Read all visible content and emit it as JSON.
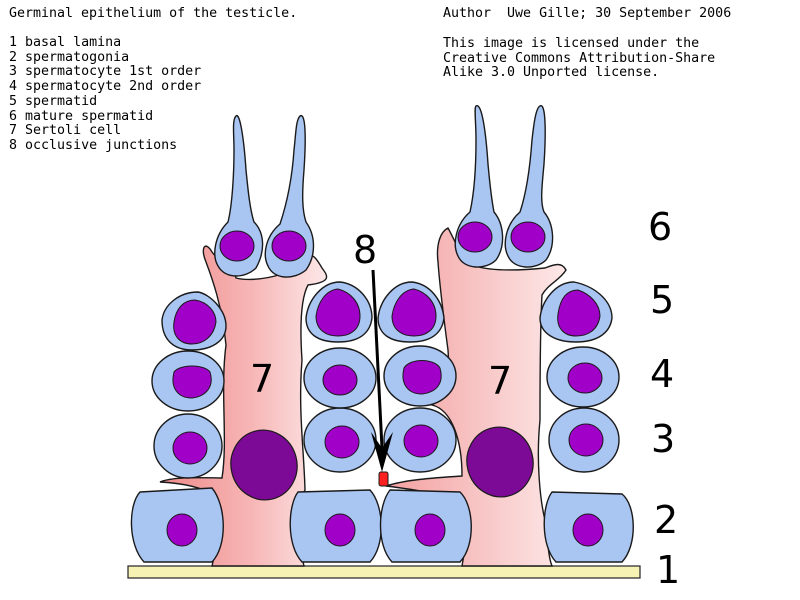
{
  "header": {
    "title": "Germinal epithelium of the testicle.",
    "author": "Author  Uwe Gille; 30 September 2006",
    "license_lines": [
      "This image is licensed under the",
      "Creative Commons Attribution-Share",
      "Alike 3.0 Unported license."
    ]
  },
  "legend": [
    {
      "number": "1",
      "name": "basal lamina"
    },
    {
      "number": "2",
      "name": "spermatogonia"
    },
    {
      "number": "3",
      "name": "spermatocyte 1st order"
    },
    {
      "number": "4",
      "name": "spermatocyte 2nd order"
    },
    {
      "number": "5",
      "name": "spermatid"
    },
    {
      "number": "6",
      "name": "mature spermatid"
    },
    {
      "number": "7",
      "name": "Sertoli cell"
    },
    {
      "number": "8",
      "name": "occlusive junctions"
    }
  ],
  "labels": {
    "layer_1": "1",
    "layer_2": "2",
    "layer_3": "3",
    "layer_4": "4",
    "layer_5": "5",
    "layer_6": "6",
    "sertoli_left": "7",
    "sertoli_right": "7",
    "junction": "8"
  },
  "colors": {
    "cell_fill": "#a9c5f2",
    "cell_stroke": "#1a1a1a",
    "nucleus": "#a100c9",
    "sertoli_edge": "#f08a8a",
    "sertoli_center": "#fde3e3",
    "sertoli_nucleus": "#7d0a96",
    "basal_lamina": "#f6f2b3",
    "junction": "#ff2020"
  }
}
